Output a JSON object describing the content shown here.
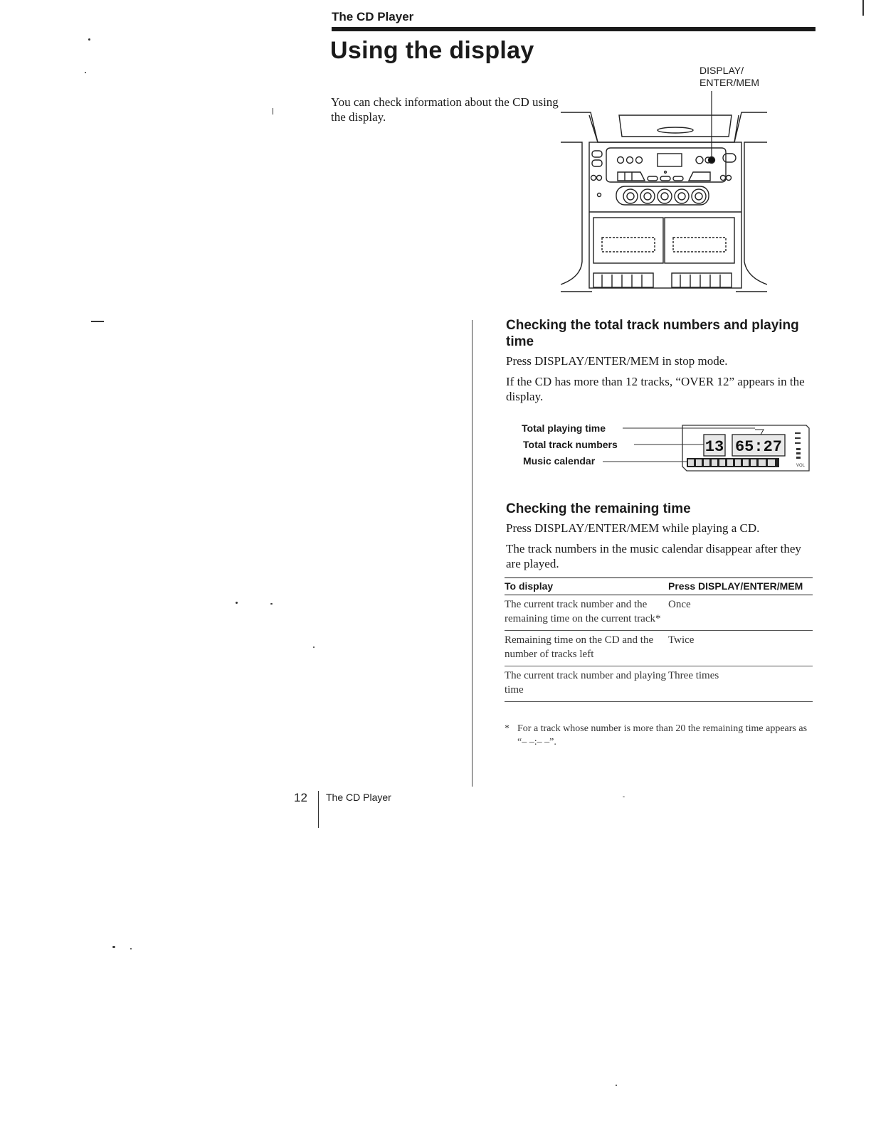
{
  "header": {
    "section_label": "The CD Player",
    "page_title": "Using the display"
  },
  "intro": {
    "text": "You can check information about the CD using the display."
  },
  "illustration": {
    "callout_line1": "DISPLAY/",
    "callout_line2": "ENTER/MEM"
  },
  "total_section": {
    "heading": "Checking the total track numbers and playing time",
    "paragraph1": "Press DISPLAY/ENTER/MEM in stop mode.",
    "paragraph2": "If the CD has more than 12 tracks, “OVER 12” appears in the display.",
    "diagram": {
      "label_time": "Total playing time",
      "label_tracks": "Total track numbers",
      "label_calendar": "Music calendar",
      "vol_label": "VOL"
    }
  },
  "remaining_section": {
    "heading": "Checking the remaining time",
    "paragraph1": "Press DISPLAY/ENTER/MEM while playing a CD.",
    "paragraph2": "The track numbers in the music calendar disappear after they are played."
  },
  "table": {
    "headers": [
      "To display",
      "Press DISPLAY/ENTER/MEM"
    ],
    "rows": [
      [
        "The current track number and the remaining time on the current track*",
        "Once"
      ],
      [
        "Remaining time on the CD and the number of tracks left",
        "Twice"
      ],
      [
        "The current track number and playing time",
        "Three times"
      ]
    ]
  },
  "footnote": {
    "marker": "*",
    "text": "For a track whose number is more than 20 the remaining time appears as “– –:– –”."
  },
  "footer": {
    "page_number": "12",
    "label": "The CD Player"
  }
}
